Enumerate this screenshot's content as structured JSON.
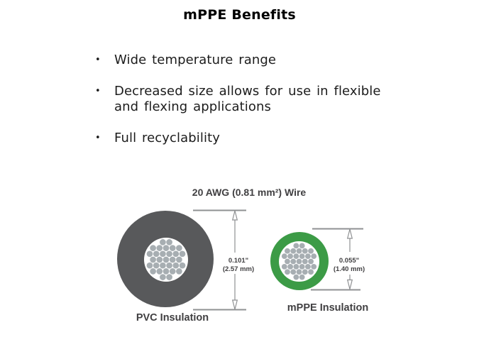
{
  "page": {
    "title": "mPPE Benefits",
    "background": "#ffffff"
  },
  "bullets": [
    {
      "label": "Wide temperature range"
    },
    {
      "label": "Decreased size allows for use in flexible and flexing applications"
    },
    {
      "label": "Full recyclability"
    }
  ],
  "diagram": {
    "header": "20 AWG (0.81 mm²) Wire",
    "left_wire": {
      "label": "PVC Insulation",
      "dimension_in": "0.101\"",
      "dimension_mm": "(2.57 mm)",
      "insulation_color": "#58595b"
    },
    "right_wire": {
      "label": "mPPE Insulation",
      "dimension_in": "0.055\"",
      "dimension_mm": "(1.40 mm)",
      "insulation_color": "#3c9b46"
    },
    "conductor_color": "#a7aeb2",
    "line_color": "#8f9193",
    "text_color": "#414042"
  }
}
